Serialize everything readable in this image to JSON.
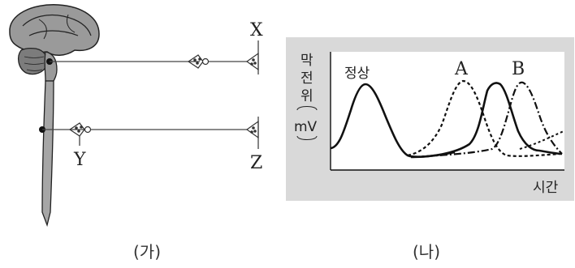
{
  "panel_a": {
    "caption": "(가)",
    "labels": {
      "x": "X",
      "y": "Y",
      "z": "Z"
    }
  },
  "panel_b": {
    "caption": "(나)",
    "y_axis_label": [
      "막",
      "전",
      "위"
    ],
    "y_axis_unit": "mV",
    "x_axis_label": "시간",
    "curve_labels": {
      "normal": "정상",
      "a": "A",
      "b": "B"
    }
  },
  "colors": {
    "panel_bg": "#d9d9d9",
    "ink": "#222222"
  }
}
